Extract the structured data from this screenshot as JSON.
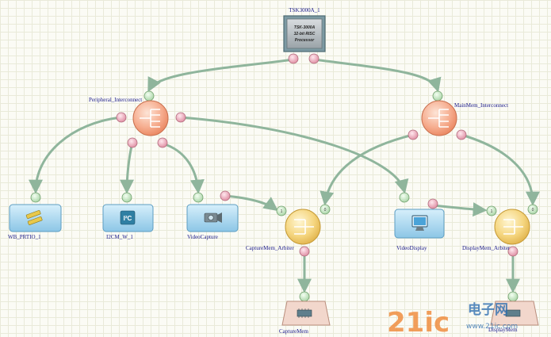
{
  "nodes": {
    "processor": {
      "label": "TSK3000A_1",
      "chip_lines": [
        "TSK-3000A",
        "32-bit RISC",
        "Processor"
      ]
    },
    "peripheral_interconnect": {
      "label": "Peripheral_Interconnect"
    },
    "mainmem_interconnect": {
      "label": "MainMem_Interconnect"
    },
    "wb_prtio": {
      "label": "WB_PRTIO_1"
    },
    "i2cm": {
      "label": "I2CM_W_1"
    },
    "video_capture": {
      "label": "VideoCapture"
    },
    "capture_arbiter": {
      "label": "CaptureMem_Arbiter",
      "port_in_a": "1",
      "port_in_b": "0"
    },
    "video_display": {
      "label": "VideoDisplay"
    },
    "display_arbiter": {
      "label": "DisplayMem_Arbiter",
      "port_in_a": "1",
      "port_in_b": "0"
    },
    "capture_mem": {
      "label": "CaptureMem"
    },
    "display_mem": {
      "label": "DisplayMem"
    }
  },
  "watermark": {
    "main": "21ic",
    "cn": "电子网",
    "url": "www.21ic.com"
  },
  "colors": {
    "wire": "#8fb59c",
    "port_red": "#e8a3b3",
    "port_green": "#c6e6c3",
    "interconnect": "#f4a88c",
    "arbiter": "#f2d57c",
    "peripheral_box": "#a9d6ee",
    "label": "#1a1a8a"
  }
}
